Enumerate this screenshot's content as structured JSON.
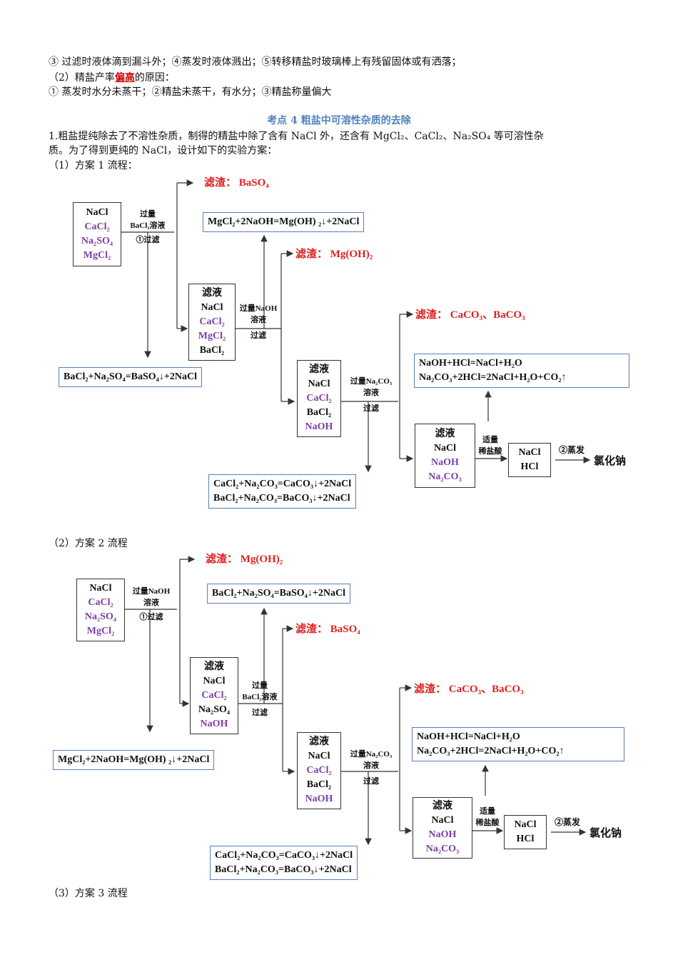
{
  "intro": {
    "line1": "③ 过滤时液体滴到漏斗外；④蒸发时液体溅出；⑤转移精盐时玻璃棒上有残留固体或有洒落；",
    "line2_prefix": "（2）精盐产率",
    "line2_red": "偏高",
    "line2_suffix": "的原因：",
    "line3": "① 蒸发时水分未蒸干；②精盐未蒸干，有水分；③精盐称量偏大"
  },
  "section_heading": "考点 4    粗盐中可溶性杂质的去除",
  "paragraph": {
    "line1": "1.粗盐提纯除去了不溶性杂质，制得的精盐中除了含有 NaCl 外，还含有 MgCl₂、CaCl₂、Na₂SO₄ 等可溶性杂",
    "line2": "质。为了得到更纯的 NaCl，设计如下的实验方案："
  },
  "scheme1": {
    "title": "（1）方案 1 流程：",
    "start": [
      "NaCl",
      "CaCl₂",
      "Na₂SO₄",
      "MgCl₂"
    ],
    "step1_reagent": [
      "过量",
      "BaCl₂溶液",
      "①过滤"
    ],
    "residue1": "滤渣：  BaSO₄",
    "eq1": "BaCl₂+Na₂SO₄=BaSO₄↓+2NaCl",
    "filtrate1": [
      "滤液",
      "NaCl",
      "CaCl₂",
      "MgCl₂",
      "BaCl₂"
    ],
    "step2_reagent": [
      "过量NaOH",
      "溶液",
      "过滤"
    ],
    "eq2": "MgCl₂+2NaOH=Mg(OH) ₂↓+2NaCl",
    "residue2": "滤渣：  Mg(OH)₂",
    "filtrate2": [
      "滤液",
      "NaCl",
      "CaCl₂",
      "BaCl₂",
      "NaOH"
    ],
    "step3_reagent": [
      "过量Na₂CO₃",
      "溶液",
      "过滤"
    ],
    "residue3": "滤渣：  CaCO₃、BaCO₃",
    "eq3a": "CaCl₂+Na₂CO₃=CaCO₃↓+2NaCl",
    "eq3b": "BaCl₂+Na₂CO₃=BaCO₃↓+2NaCl",
    "filtrate3": [
      "滤液",
      "NaCl",
      "NaOH",
      "Na₂CO₃"
    ],
    "step4_reagent": [
      "适量",
      "稀盐酸"
    ],
    "eq4a": "NaOH+HCl=NaCl+H₂O",
    "eq4b": "Na₂CO₃+2HCl=2NaCl+H₂O+CO₂↑",
    "product_box": [
      "NaCl",
      "HCl"
    ],
    "step5": "②蒸发",
    "final": "氯化钠"
  },
  "scheme2": {
    "title": "（2）方案 2 流程",
    "start": [
      "NaCl",
      "CaCl₂",
      "Na₂SO₄",
      "MgCl₂"
    ],
    "step1_reagent": [
      "过量NaOH",
      "溶液",
      "①过滤"
    ],
    "residue1": "滤渣：  Mg(OH)₂",
    "eq1": "MgCl₂+2NaOH=Mg(OH) ₂↓+2NaCl",
    "filtrate1": [
      "滤液",
      "NaCl",
      "CaCl₂",
      "Na₂SO₄",
      "NaOH"
    ],
    "step2_reagent": [
      "过量",
      "BaCl₂溶液",
      "过滤"
    ],
    "eq2": "BaCl₂+Na₂SO₄=BaSO₄↓+2NaCl",
    "residue2": "滤渣：  BaSO₄",
    "filtrate2": [
      "滤液",
      "NaCl",
      "CaCl₂",
      "BaCl₂",
      "NaOH"
    ],
    "step3_reagent": [
      "过量Na₂CO₃",
      "溶液",
      "过滤"
    ],
    "residue3": "滤渣：  CaCO₃、BaCO₃",
    "eq3a": "CaCl₂+Na₂CO₃=CaCO₃↓+2NaCl",
    "eq3b": "BaCl₂+Na₂CO₃=BaCO₃↓+2NaCl",
    "filtrate3": [
      "滤液",
      "NaCl",
      "NaOH",
      "Na₂CO₃"
    ],
    "step4_reagent": [
      "适量",
      "稀盐酸"
    ],
    "eq4a": "NaOH+HCl=NaCl+H₂O",
    "eq4b": "Na₂CO₃+2HCl=2NaCl+H₂O+CO₂↑",
    "product_box": [
      "NaCl",
      "HCl"
    ],
    "step5": "②蒸发",
    "final": "氯化钠"
  },
  "scheme3_title": "（3）方案 3 流程",
  "colors": {
    "impurity": "#7a3fa6",
    "residue": "#e02020",
    "heading": "#4f81bd",
    "eq_border": "#5b7fb8"
  }
}
